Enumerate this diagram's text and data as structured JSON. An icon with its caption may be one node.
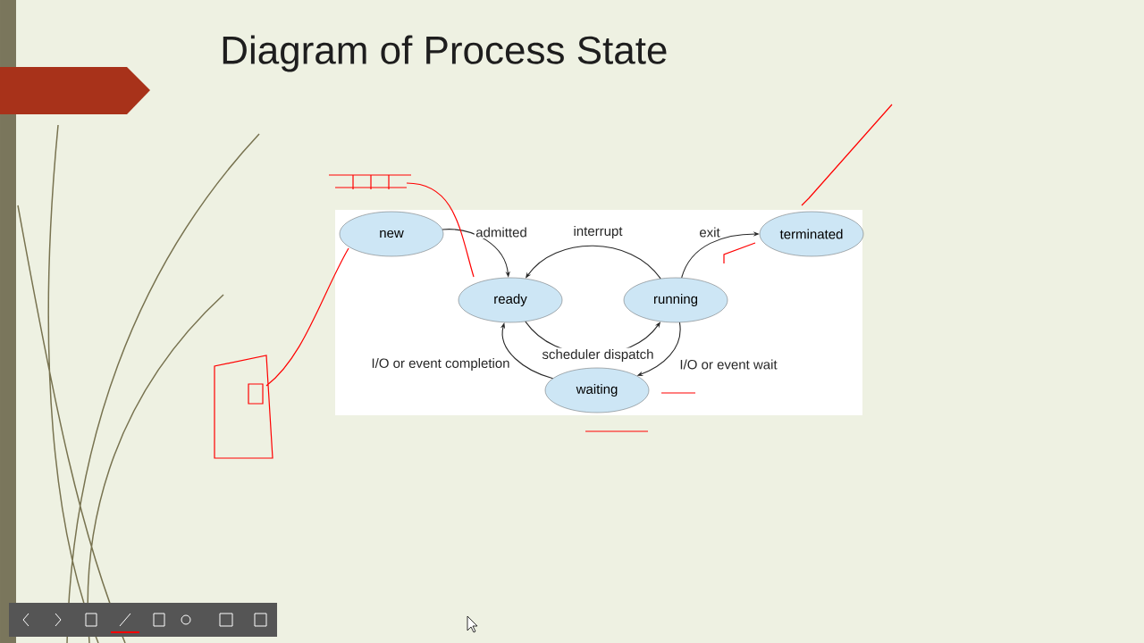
{
  "diagram": {
    "title": "Diagram of Process State",
    "nodes": [
      {
        "text": [
          "new"
        ]
      },
      {
        "text": [
          "ready"
        ]
      },
      {
        "text": [
          "running"
        ]
      },
      {
        "text": [
          "terminated"
        ]
      },
      {
        "text": [
          "waiting"
        ]
      }
    ],
    "edges": [
      {
        "from": 0,
        "to": 1,
        "arrow": "to",
        "label": "admitted"
      },
      {
        "from": 2,
        "to": 1,
        "arrow": "to",
        "label": "interrupt"
      },
      {
        "from": 2,
        "to": 3,
        "arrow": "to",
        "label": "exit"
      },
      {
        "from": 1,
        "to": 2,
        "arrow": "to",
        "label": "scheduler dispatch"
      },
      {
        "from": 4,
        "to": 1,
        "arrow": "to",
        "label": "I/O or event completion"
      },
      {
        "from": 2,
        "to": 4,
        "arrow": "to",
        "label": "I/O or event wait"
      }
    ]
  }
}
